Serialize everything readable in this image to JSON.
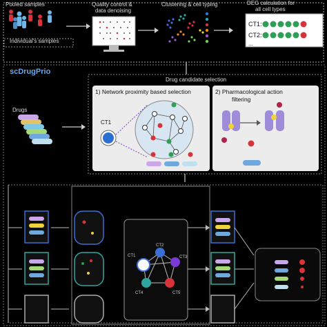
{
  "top_labels": {
    "pooled": "Pooled samples",
    "qc": "Quality control &",
    "qc2": "data denoising",
    "cluster": "Clustering & cell typing",
    "deg": "DEG calculation for",
    "deg2": "all cell types",
    "individual": "Individual's samples"
  },
  "deg_rows": {
    "ct1": "CT1:",
    "ct2": "CT2:",
    "more": "..."
  },
  "method": {
    "name": "scDrugPrio",
    "drugs_label": "Drugs",
    "selection_title": "Drug candidate selection",
    "panel1_title": "1) Network proximity based selection",
    "panel2_title": "2) Pharmacological action",
    "panel2_title2": "filtering",
    "ct1_label": "CT1"
  },
  "network": {
    "labels": [
      "CT2",
      "CT1",
      "CT3",
      "CT4",
      "CT5"
    ]
  },
  "colors": {
    "accent_red": "#d6343a",
    "accent_green": "#2f9e57",
    "accent_blue": "#2a6fd1",
    "panel_bg": "#ececec",
    "box_bg": "#f4f4f4"
  }
}
